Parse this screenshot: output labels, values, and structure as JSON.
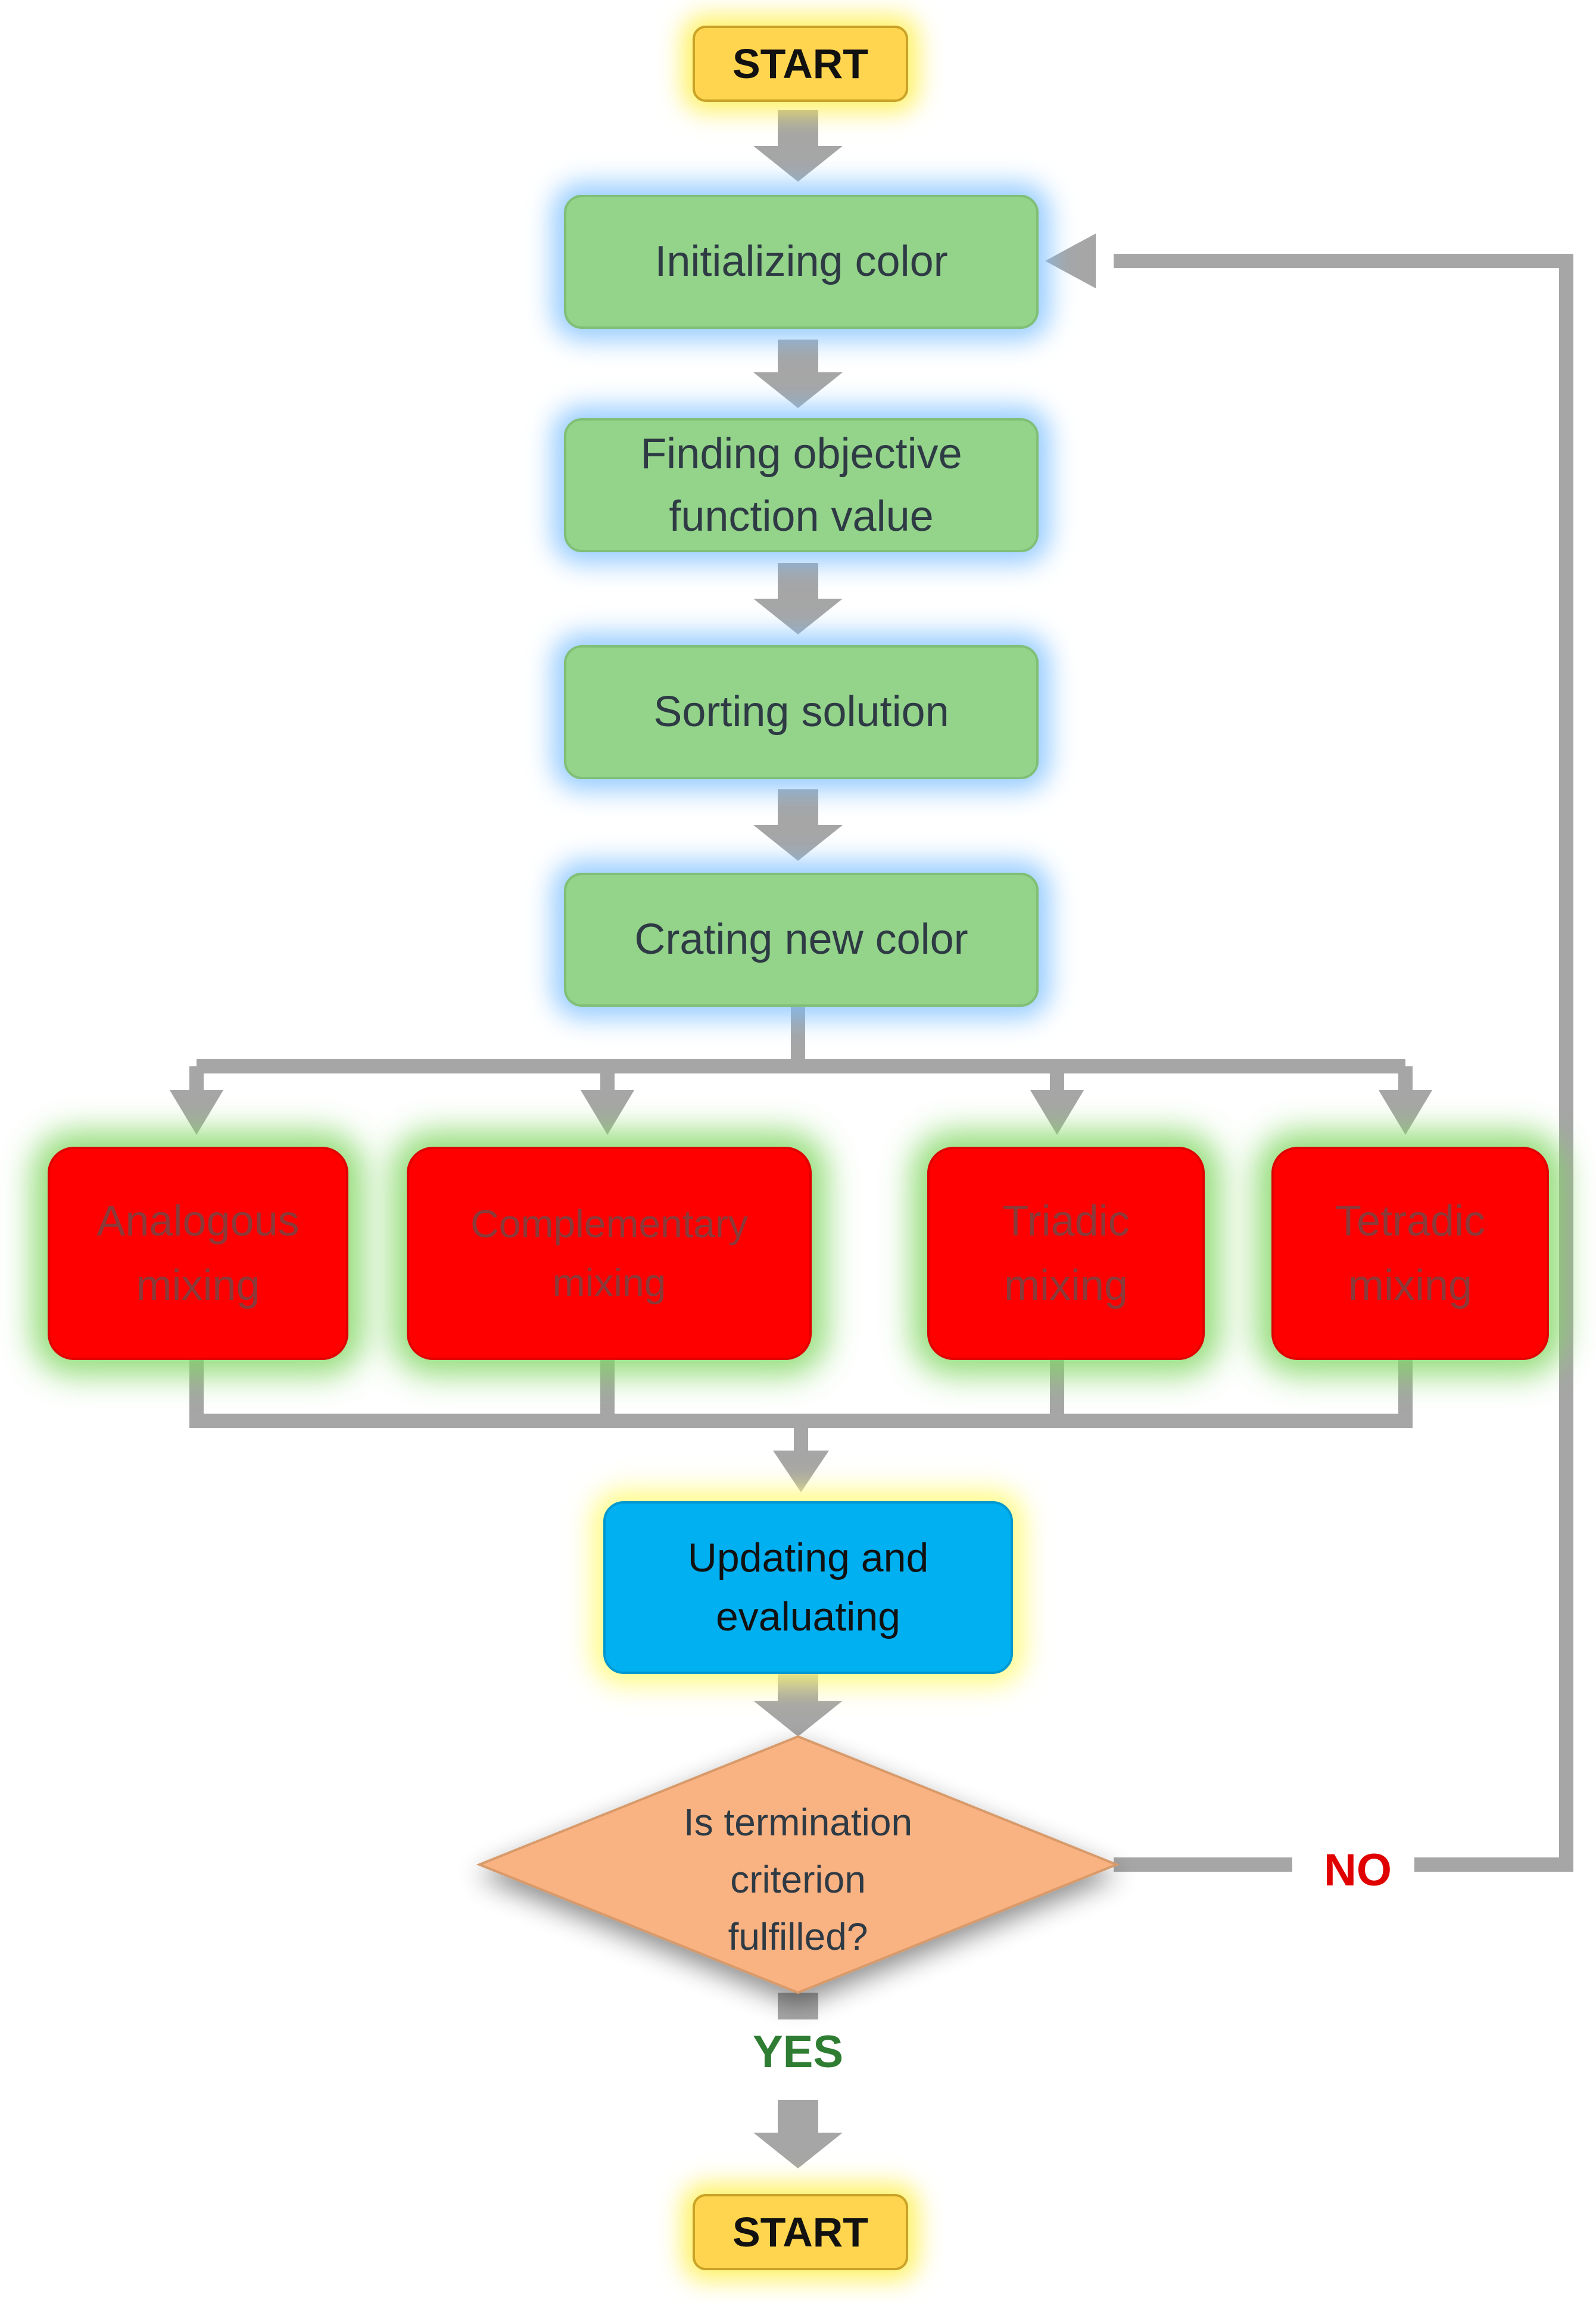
{
  "diagram": {
    "start_top": "START",
    "initializing": "Initializing color",
    "finding": [
      "Finding objective",
      "function value"
    ],
    "sorting": "Sorting solution",
    "creating": "Crating new color",
    "analogous": [
      "Analogous",
      "mixing"
    ],
    "complementary": [
      "Complementary",
      "mixing"
    ],
    "triadic": [
      "Triadic",
      "mixing"
    ],
    "tetradic": [
      "Tetradic",
      "mixing"
    ],
    "updating": [
      "Updating and",
      "evaluating"
    ],
    "decision": [
      "Is termination",
      "criterion",
      "fulfilled?"
    ],
    "no_label": "NO",
    "yes_label": "YES",
    "start_bottom": "START"
  },
  "colors": {
    "terminal": "#FFD54F",
    "process": "#93D38A",
    "mixing": "#FF0000",
    "update": "#00B0F0",
    "decision": "#F9B282",
    "connector": "#A6A6A6",
    "no_label": "#E00000",
    "yes_label": "#2E7D32"
  }
}
